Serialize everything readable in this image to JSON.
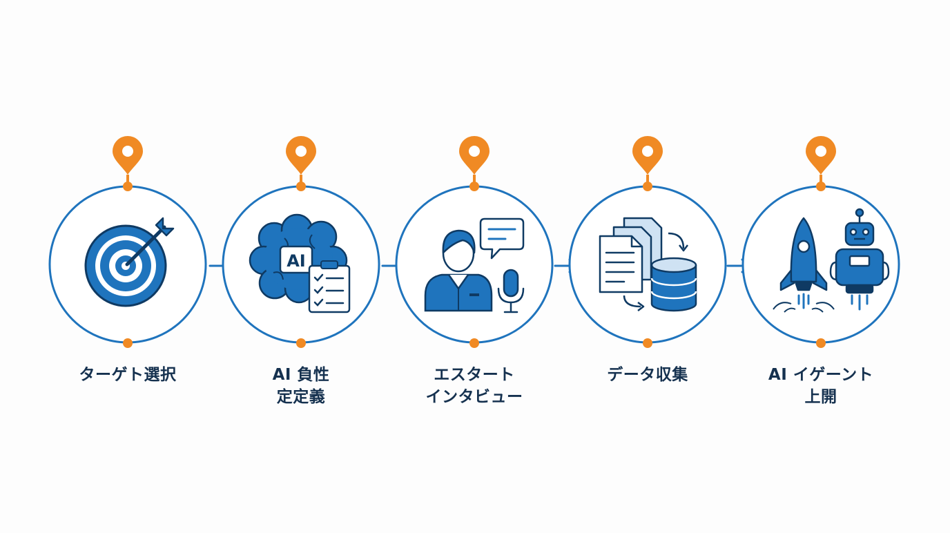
{
  "colors": {
    "blue": "#1f74bd",
    "dark_blue": "#0f3a63",
    "light_blue": "#cfe2f3",
    "orange": "#f08a24",
    "text": "#15314f"
  },
  "steps": [
    {
      "icon": "target-icon",
      "lines": [
        "ターゲト選択"
      ]
    },
    {
      "icon": "ai-brain-checklist-icon",
      "lines": [
        "AI 負性",
        "定定義"
      ]
    },
    {
      "icon": "interview-person-icon",
      "lines": [
        "エスタート",
        "インタビュー"
      ]
    },
    {
      "icon": "documents-database-icon",
      "lines": [
        "データ収集"
      ]
    },
    {
      "icon": "rocket-robot-icon",
      "lines": [
        "AI イゲーント",
        "上開"
      ]
    }
  ]
}
